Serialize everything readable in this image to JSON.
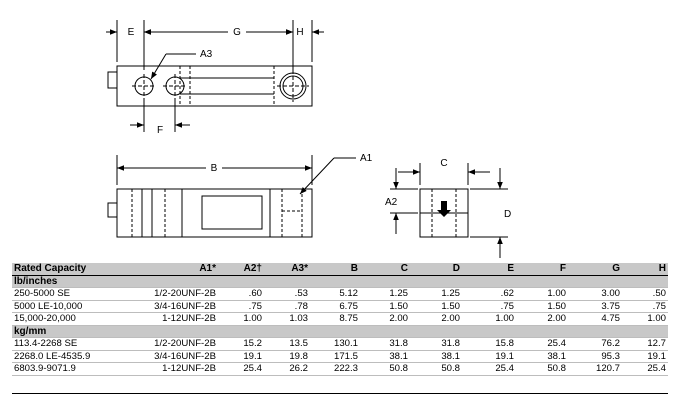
{
  "labels": {
    "e": "E",
    "g": "G",
    "h": "H",
    "a3": "A3",
    "f": "F",
    "b": "B",
    "a1": "A1",
    "c": "C",
    "a2": "A2",
    "d": "D"
  },
  "table": {
    "headers": [
      "Rated Capacity",
      "A1*",
      "A2†",
      "A3*",
      "B",
      "C",
      "D",
      "E",
      "F",
      "G",
      "H"
    ],
    "sections": [
      {
        "title": "lb/inches",
        "rows": [
          [
            "250-5000 SE",
            "1/2-20UNF-2B",
            ".60",
            ".53",
            "5.12",
            "1.25",
            "1.25",
            ".62",
            "1.00",
            "3.00",
            ".50"
          ],
          [
            "5000 LE-10,000",
            "3/4-16UNF-2B",
            ".75",
            ".78",
            "6.75",
            "1.50",
            "1.50",
            ".75",
            "1.50",
            "3.75",
            ".75"
          ],
          [
            "15,000-20,000",
            "1-12UNF-2B",
            "1.00",
            "1.03",
            "8.75",
            "2.00",
            "2.00",
            "1.00",
            "2.00",
            "4.75",
            "1.00"
          ]
        ]
      },
      {
        "title": "kg/mm",
        "rows": [
          [
            "113.4-2268 SE",
            "1/2-20UNF-2B",
            "15.2",
            "13.5",
            "130.1",
            "31.8",
            "31.8",
            "15.8",
            "25.4",
            "76.2",
            "12.7"
          ],
          [
            "2268.0 LE-4535.9",
            "3/4-16UNF-2B",
            "19.1",
            "19.8",
            "171.5",
            "38.1",
            "38.1",
            "19.1",
            "38.1",
            "95.3",
            "19.1"
          ],
          [
            "6803.9-9071.9",
            "1-12UNF-2B",
            "25.4",
            "26.2",
            "222.3",
            "50.8",
            "50.8",
            "25.4",
            "50.8",
            "120.7",
            "25.4"
          ]
        ]
      }
    ]
  }
}
